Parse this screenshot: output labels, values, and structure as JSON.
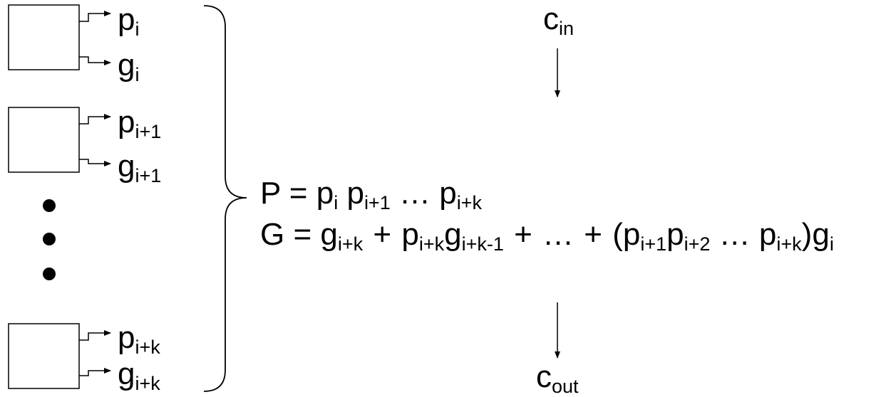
{
  "outputs": [
    {
      "base": "p",
      "sub": "i"
    },
    {
      "base": "g",
      "sub": "i"
    },
    {
      "base": "p",
      "sub": "i+1"
    },
    {
      "base": "g",
      "sub": "i+1"
    },
    {
      "base": "p",
      "sub": "i+k"
    },
    {
      "base": "g",
      "sub": "i+k"
    }
  ],
  "carry_in": {
    "base": "c",
    "sub": "in"
  },
  "carry_out": {
    "base": "c",
    "sub": "out"
  },
  "equation_P": {
    "lhs": "P",
    "eq": "=",
    "t1": "p",
    "t1_sub": "i",
    "t2": "p",
    "t2_sub": "i+1",
    "dots": "…",
    "t3": "p",
    "t3_sub": "i+k"
  },
  "equation_G": {
    "lhs": "G",
    "eq": "=",
    "t1": "g",
    "t1_sub": "i+k",
    "plus1": "+",
    "t2a": "p",
    "t2a_sub": "i+k",
    "t2b": "g",
    "t2b_sub": "i+k-1",
    "plus2": "+",
    "dots1": "…",
    "plus3": "+",
    "paren_open": "(",
    "t3a": "p",
    "t3a_sub": "i+1",
    "t3b": "p",
    "t3b_sub": "i+2",
    "dots2": "…",
    "t3c": "p",
    "t3c_sub": "i+k",
    "paren_close": ")",
    "t4": "g",
    "t4_sub": "i"
  }
}
